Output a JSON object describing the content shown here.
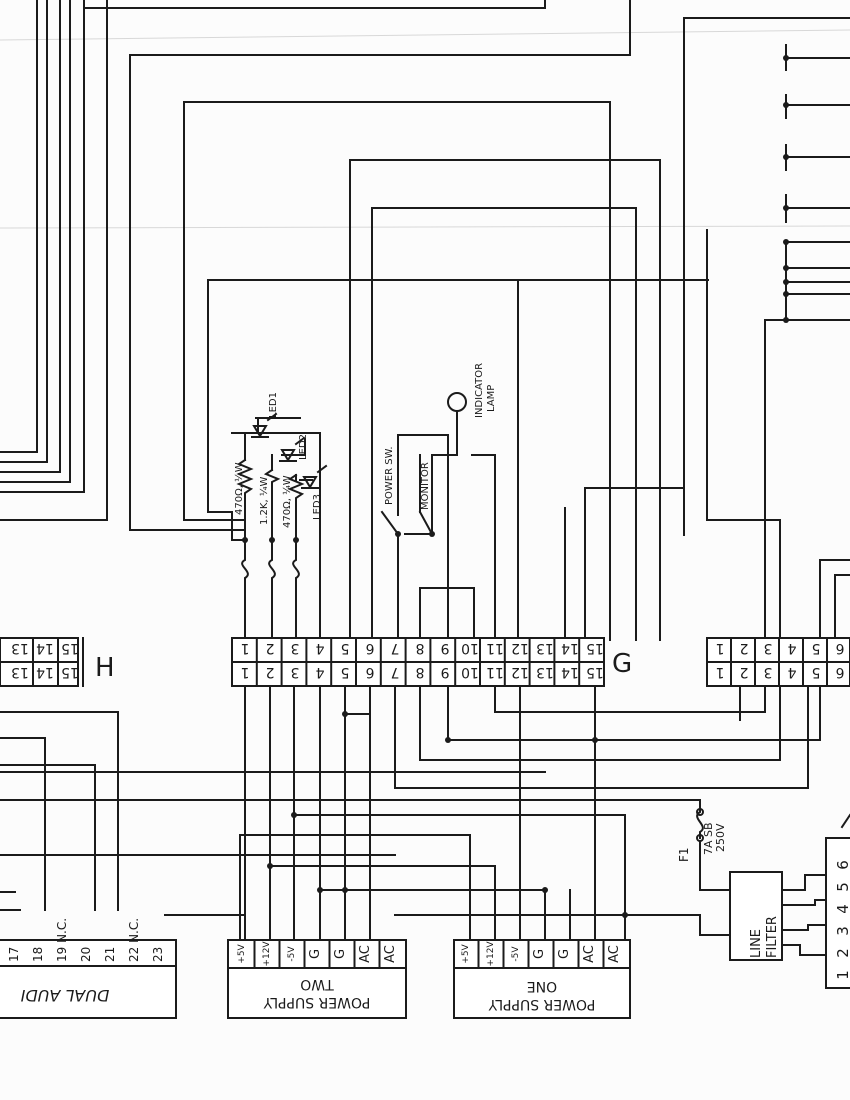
{
  "connector_g": {
    "label": "G",
    "row_a": [
      "1",
      "2",
      "3",
      "4",
      "5",
      "6",
      "7",
      "8",
      "9",
      "10",
      "11",
      "12",
      "13",
      "14",
      "15"
    ],
    "row_b": [
      "1",
      "2",
      "3",
      "4",
      "5",
      "6",
      "7",
      "8",
      "9",
      "10",
      "11",
      "12",
      "13",
      "14",
      "15"
    ]
  },
  "connector_h": {
    "label": "H",
    "row_a": [
      "13",
      "14",
      "15"
    ],
    "row_b": [
      "13",
      "14",
      "15"
    ]
  },
  "connector_right": {
    "row_a": [
      "1",
      "2",
      "3",
      "4",
      "5",
      "6"
    ],
    "row_b": [
      "1",
      "2",
      "3",
      "4",
      "5",
      "6"
    ]
  },
  "line_filter": {
    "line1": "LINE",
    "line2": "FILTER"
  },
  "terminal_strip": {
    "pins": [
      "1",
      "2",
      "3",
      "4",
      "5",
      "6"
    ]
  },
  "power_supply_two": {
    "title1": "POWER SUPPLY",
    "title2": "TWO",
    "pins": [
      "+5V",
      "+12V",
      "-5V",
      "G",
      "G",
      "AC",
      "AC"
    ]
  },
  "power_supply_one": {
    "title1": "POWER SUPPLY",
    "title2": "ONE",
    "pins": [
      "+5V",
      "+12V",
      "-5V",
      "G",
      "G",
      "AC",
      "AC"
    ]
  },
  "dual_audio": {
    "title": "DUAL AUDI",
    "pins": [
      "17",
      "18",
      "19 N.C.",
      "20",
      "21",
      "22 N.C.",
      "23"
    ]
  },
  "fuse": {
    "ref": "F1",
    "rating1": "7A SB",
    "rating2": "250V"
  },
  "resistors": [
    {
      "value": "470Ω, ¼W"
    },
    {
      "value": "1.2K, ¼W"
    },
    {
      "value": "470Ω, ¼W"
    }
  ],
  "leds": [
    "LED1",
    "LED2",
    "LED3"
  ],
  "switches": {
    "power": "POWER SW.",
    "monitor": "MONITOR"
  },
  "lamp": {
    "line1": "INDICATOR",
    "line2": "LAMP"
  }
}
